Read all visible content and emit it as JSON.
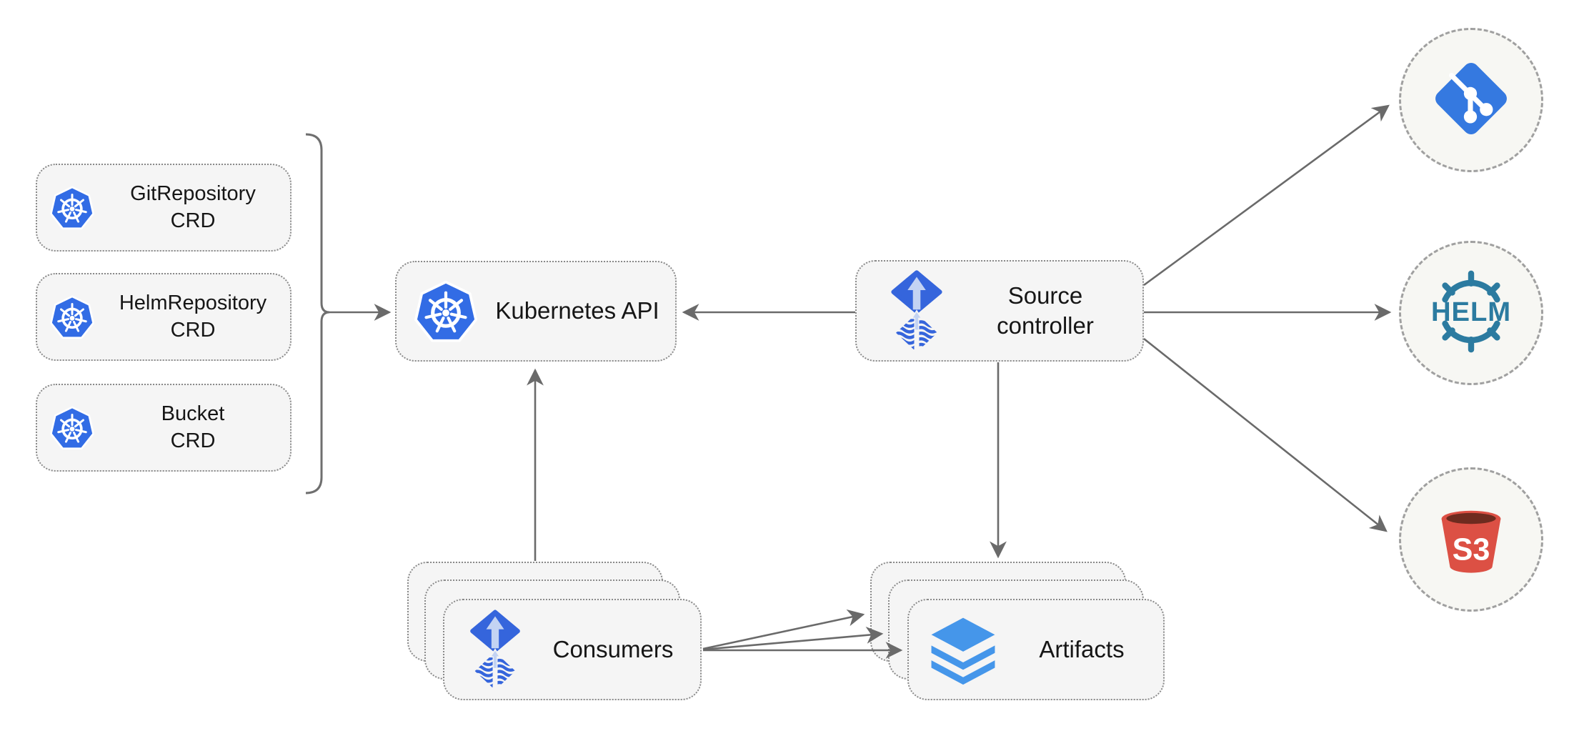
{
  "colors": {
    "node_fill": "#f5f5f5",
    "node_border": "#8a8a8a",
    "circle_fill": "#f7f7f3",
    "circle_border": "#a0a0a0",
    "arrow_gray": "#6a6a6a",
    "kubernetes_blue": "#326ce5",
    "flux_blue": "#3565dc",
    "flux_arrow_light": "#c3d3f3",
    "git_blue": "#3579e0",
    "helm_teal": "#2c7ba0",
    "s3_red": "#dc5044",
    "s3_dark": "#6e2b1f",
    "layers_blue": "#4596ea",
    "text_black": "#161616"
  },
  "diagram": {
    "crd_boxes": [
      {
        "line1": "GitRepository",
        "line2": "CRD"
      },
      {
        "line1": "HelmRepository",
        "line2": "CRD"
      },
      {
        "line1": "Bucket",
        "line2": "CRD"
      }
    ],
    "kubernetes_api_label": "Kubernetes API",
    "source_controller": {
      "line1": "Source",
      "line2": "controller"
    },
    "consumers_label": "Consumers",
    "artifacts_label": "Artifacts",
    "external_sources": {
      "git": "git",
      "helm_text": "HELM",
      "s3_text": "S3"
    }
  }
}
